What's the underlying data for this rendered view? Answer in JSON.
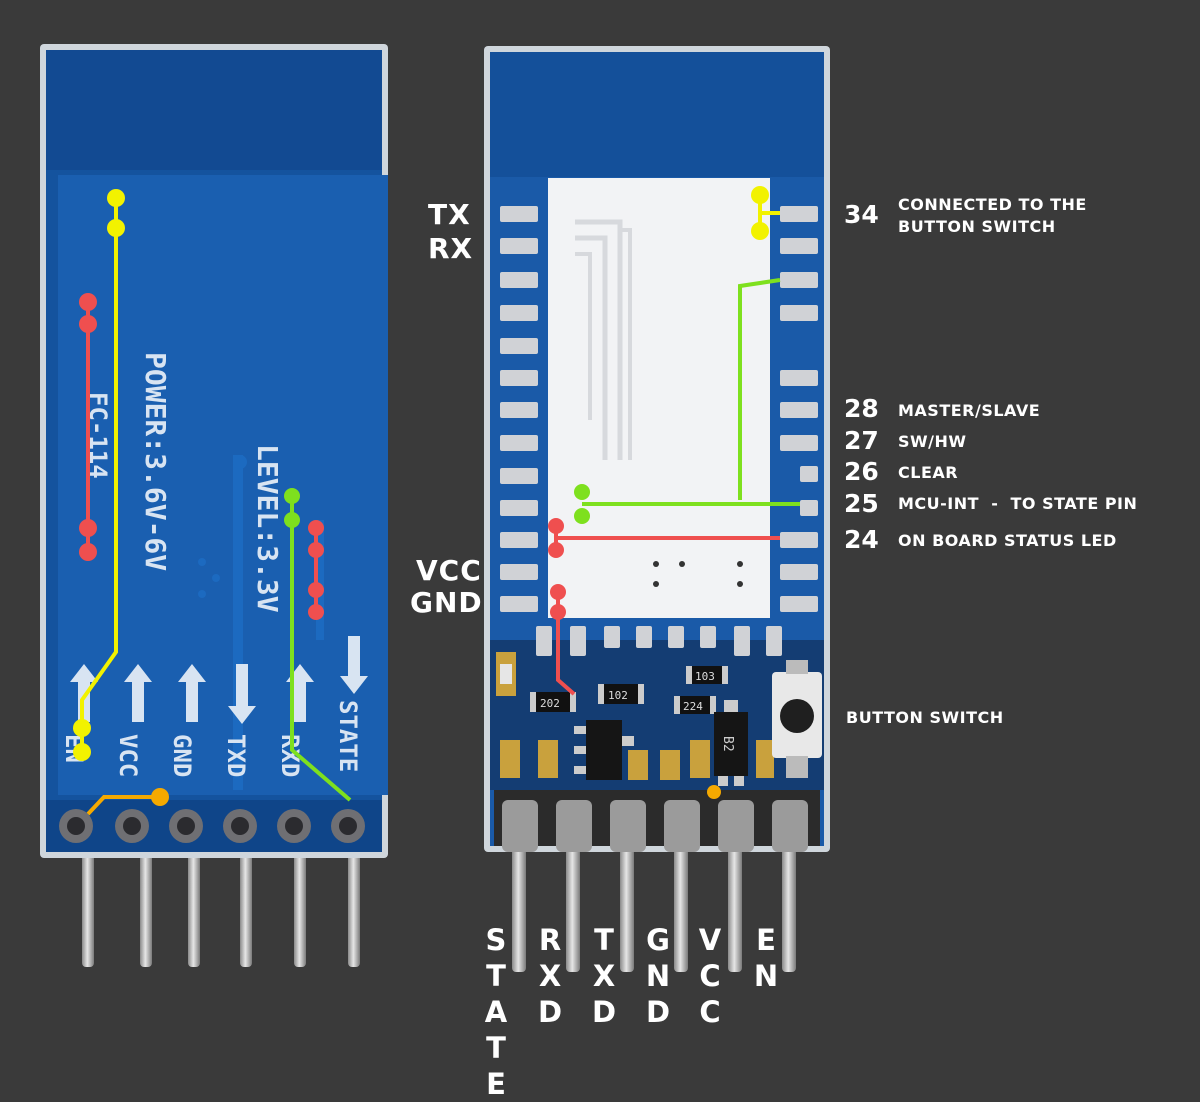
{
  "back_board": {
    "silkscreen": {
      "fc": "FC-114",
      "power": "POWER:3.6V-6V",
      "level": "LEVEL:3.3V"
    },
    "pin_labels": [
      "EN",
      "VCC",
      "GND",
      "TXD",
      "RXD",
      "STATE"
    ]
  },
  "front_board": {
    "components": {
      "r1": "202",
      "r2": "102",
      "r3": "103",
      "r4": "224",
      "ic": "B2"
    }
  },
  "labels": {
    "tx": "TX",
    "rx": "RX",
    "vcc": "VCC",
    "gnd": "GND",
    "pin34_num": "34",
    "pin34_text_line1": "CONNECTED TO THE",
    "pin34_text_line2": "BUTTON SWITCH",
    "pin28_num": "28",
    "pin28_text": "MASTER/SLAVE",
    "pin27_num": "27",
    "pin27_text": "SW/HW",
    "pin26_num": "26",
    "pin26_text": "CLEAR",
    "pin25_num": "25",
    "pin25_text": "MCU-INT  -  TO STATE PIN",
    "pin24_num": "24",
    "pin24_text": "ON BOARD STATUS LED",
    "button_switch": "BUTTON SWITCH"
  },
  "header_pins": [
    "STATE",
    "RXD",
    "TXD",
    "GND",
    "VCC",
    "EN"
  ],
  "colors": {
    "background": "#3a3a3a",
    "pcb_blue": "#14539e",
    "pcb_dark": "#0e3f7f",
    "module_white": "#f2f3f5",
    "trace_yellow": "#f2f200",
    "trace_red": "#ef4f4f",
    "trace_green": "#7ee01e",
    "trace_orange": "#f5a900"
  }
}
